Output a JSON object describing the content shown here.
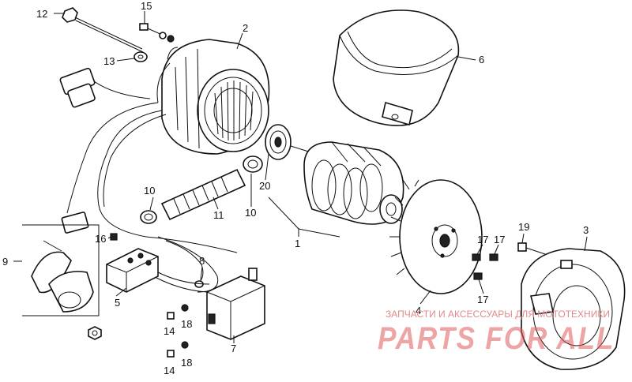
{
  "callouts": {
    "c1": "1",
    "c2": "2",
    "c3": "3",
    "c4": "4",
    "c5": "5",
    "c6": "6",
    "c7": "7",
    "c8": "8",
    "c9": "9",
    "c10a": "10",
    "c10b": "10",
    "c11": "11",
    "c12": "12",
    "c13": "13",
    "c14a": "14",
    "c14b": "14",
    "c15": "15",
    "c16": "16",
    "c17a": "17",
    "c17b": "17",
    "c17c": "17",
    "c18a": "18",
    "c18b": "18",
    "c19": "19",
    "c20": "20"
  },
  "watermark": {
    "tagline": "ЗАПЧАСТИ И АКСЕССУАРЫ ДЛЯ МОТОТЕХНИКИ",
    "brand": "PARTS FOR ALL"
  },
  "colors": {
    "ink": "#111111",
    "watermark": "#e05a5a"
  }
}
